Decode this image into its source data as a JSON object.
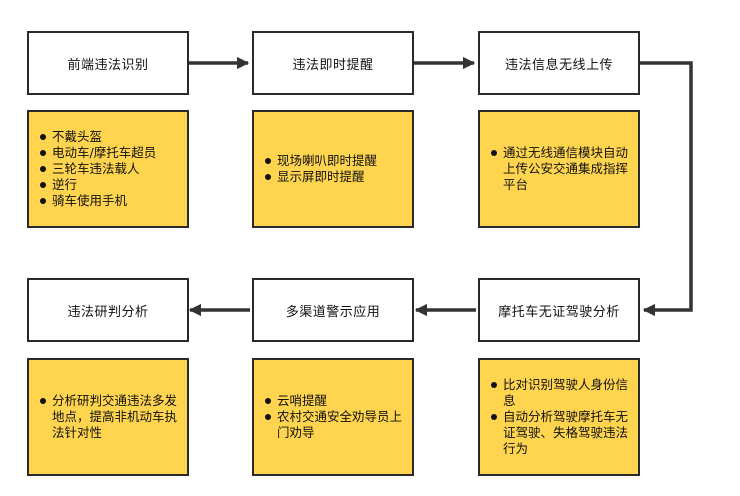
{
  "steps": {
    "s1": "前端违法识别",
    "s2": "违法即时提醒",
    "s3": "违法信息无线上传",
    "s4": "摩托车无证驾驶分析",
    "s5": "多渠道警示应用",
    "s6": "违法研判分析"
  },
  "notes": {
    "s1": [
      "不戴头盔",
      "电动车/摩托车超员",
      "三轮车违法载人",
      "逆行",
      "骑车使用手机"
    ],
    "s2": [
      "现场喇叭即时提醒",
      "显示屏即时提醒"
    ],
    "s3": [
      "通过无线通信模块自动上传公安交通集成指挥平台"
    ],
    "s4": [
      "比对识别驾驶人身份信息",
      "自动分析驾驶摩托车无证驾驶、失格驾驶违法行为"
    ],
    "s5": [
      "云哨提醒",
      "农村交通安全劝导员上门劝导"
    ],
    "s6": [
      "分析研判交通违法多发地点，提高非机动车执法针对性"
    ]
  },
  "colors": {
    "note_fill": "#ffd54f",
    "border": "#2a2a2a"
  }
}
